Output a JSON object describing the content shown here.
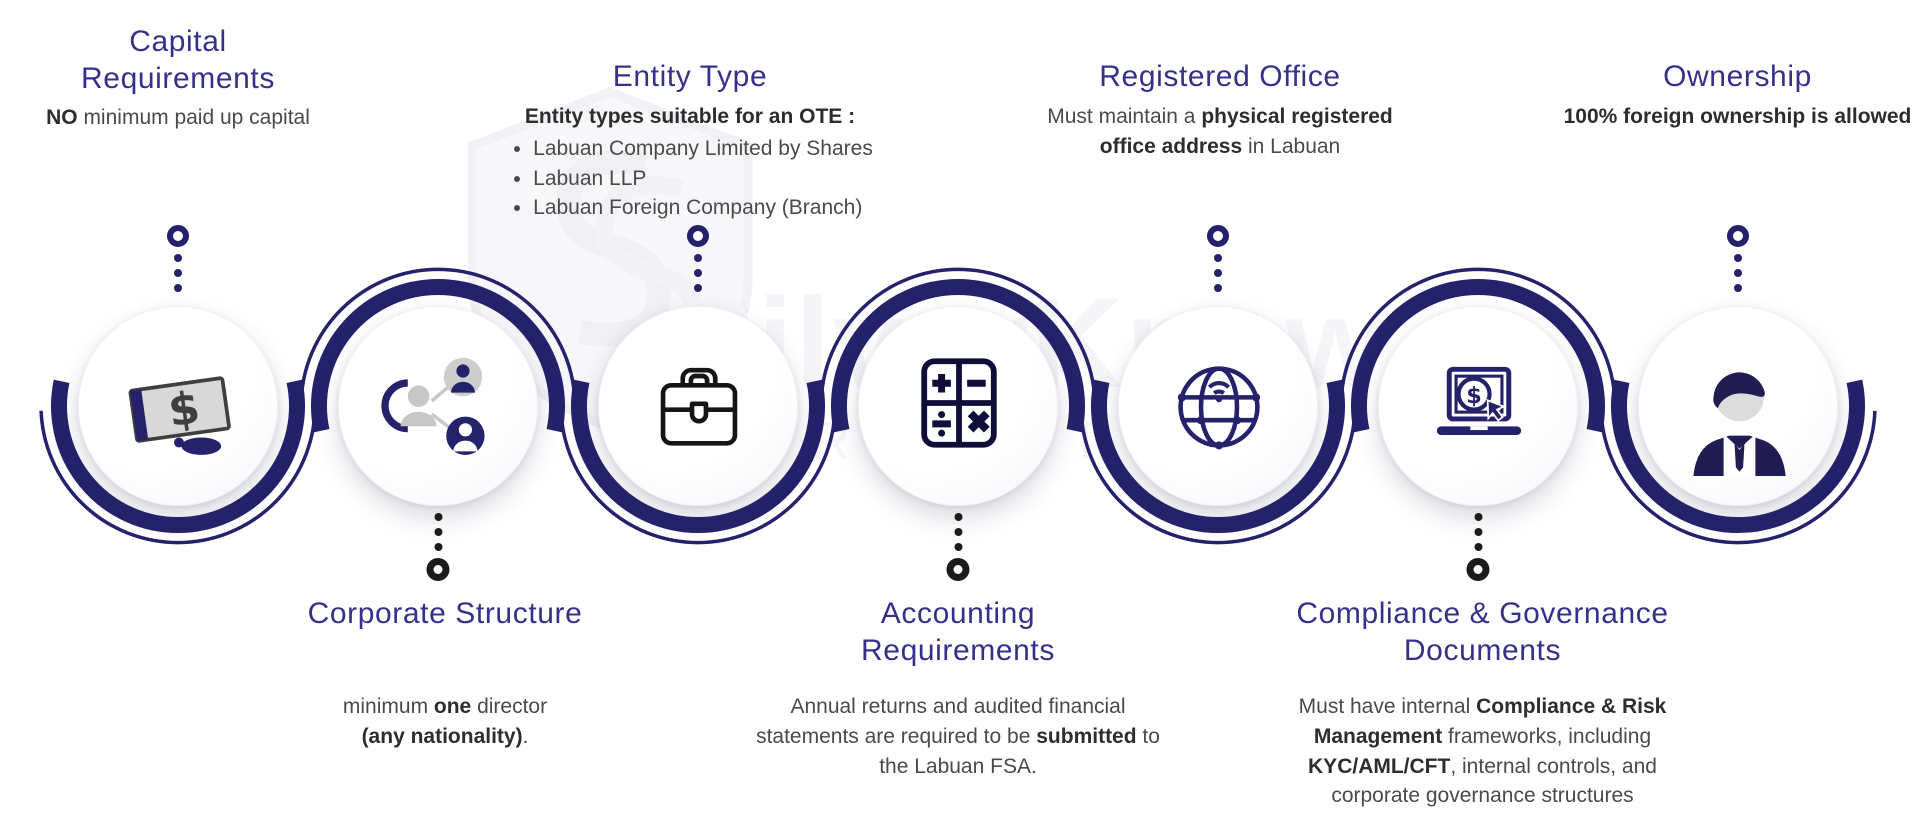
{
  "colors": {
    "navy": "#24226b",
    "heading": "#36308a",
    "body_text": "#4a4a4a",
    "bold_text": "#2d2d2d",
    "connector_top": "#24226b",
    "connector_bottom": "#1b1b1b",
    "icon_gray": "#c9c9c9",
    "watermark": "#ededf3"
  },
  "watermark": {
    "brand": "SilverKnow",
    "sub": "TRUST"
  },
  "sections": [
    {
      "id": "capital-requirements",
      "position": "top",
      "title": "Capital\nRequirements",
      "icon": "money-bill-icon",
      "body": [
        {
          "t": "NO",
          "b": true
        },
        {
          "t": " minimum paid up capital",
          "b": false
        }
      ]
    },
    {
      "id": "corporate-structure",
      "position": "bottom",
      "title": "Corporate Structure",
      "icon": "org-structure-icon",
      "body": [
        {
          "t": "minimum ",
          "b": false
        },
        {
          "t": "one",
          "b": true
        },
        {
          "t": " director\n",
          "b": false
        },
        {
          "t": "(any nationality)",
          "b": true
        },
        {
          "t": ".",
          "b": false
        }
      ]
    },
    {
      "id": "entity-type",
      "position": "top",
      "title": "Entity Type",
      "icon": "briefcase-icon",
      "body": [
        {
          "t": "Entity types suitable for an OTE :",
          "b": true
        }
      ],
      "bullets": [
        "Labuan Company Limited by Shares",
        "Labuan LLP",
        "Labuan Foreign Company (Branch)"
      ]
    },
    {
      "id": "accounting-requirements",
      "position": "bottom",
      "title": "Accounting\nRequirements",
      "icon": "calculator-icon",
      "body": [
        {
          "t": "Annual returns and audited financial\nstatements are required to be ",
          "b": false
        },
        {
          "t": "submitted",
          "b": true
        },
        {
          "t": " to\nthe Labuan FSA.",
          "b": false
        }
      ]
    },
    {
      "id": "registered-office",
      "position": "top",
      "title": "Registered Office",
      "icon": "global-network-icon",
      "body": [
        {
          "t": "Must maintain a ",
          "b": false
        },
        {
          "t": "physical registered\noffice address",
          "b": true
        },
        {
          "t": " in Labuan",
          "b": false
        }
      ]
    },
    {
      "id": "compliance-governance",
      "position": "bottom",
      "title": "Compliance & Governance\nDocuments",
      "icon": "laptop-finance-icon",
      "body": [
        {
          "t": "Must have internal ",
          "b": false
        },
        {
          "t": "Compliance & Risk\nManagement",
          "b": true
        },
        {
          "t": " frameworks, including\n",
          "b": false
        },
        {
          "t": "KYC/AML/CFT",
          "b": true
        },
        {
          "t": ", internal controls, and\ncorporate governance structures",
          "b": false
        }
      ]
    },
    {
      "id": "ownership",
      "position": "top",
      "title": "Ownership",
      "icon": "businessman-icon",
      "body": [
        {
          "t": "100% foreign ownership is allowed",
          "b": true
        }
      ]
    }
  ]
}
